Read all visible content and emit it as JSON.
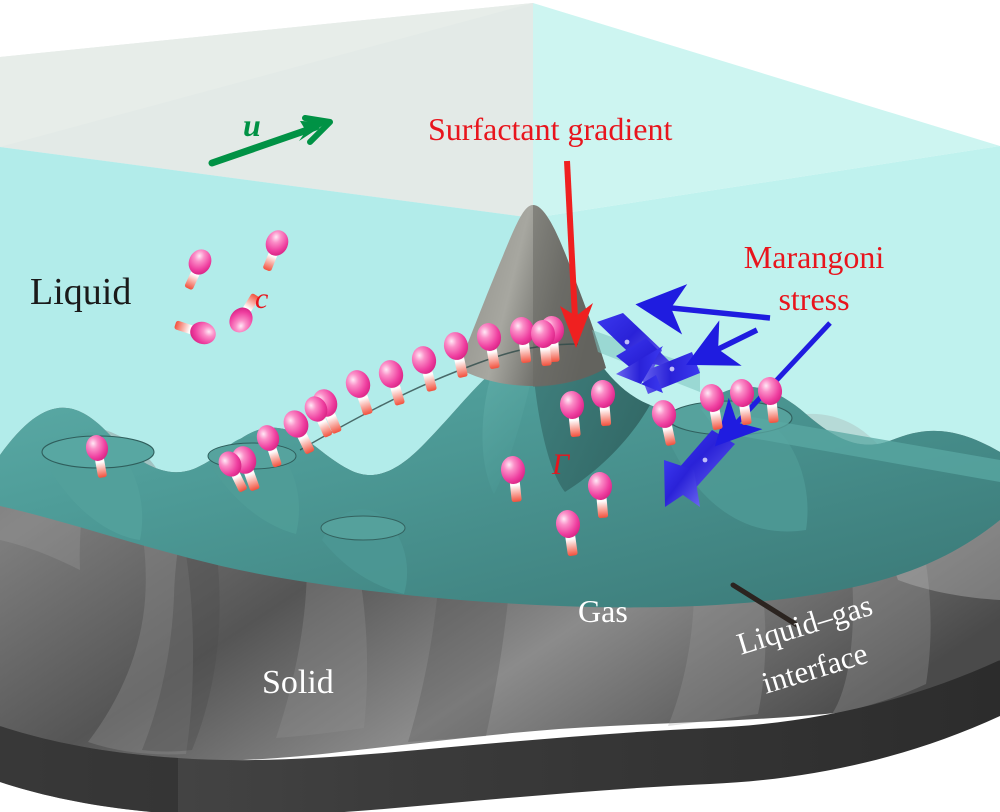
{
  "figure": {
    "title": "Surfactant-laden liquid film on a rough solid substrate",
    "background_color": "#ffffff"
  },
  "colors": {
    "liquid_body": "#b2ecea",
    "liquid_top_left_face": "#e3eae7",
    "liquid_top_right_face": "#cdf5f1",
    "liquid_surface_teal": "#4f9e9a",
    "liquid_surface_teal_dark": "#3f7e7c",
    "solid_gray": "#6b6b6b",
    "solid_dark": "#3a3a3a",
    "solid_base_edge": "#2e2e2e",
    "label_red": "#e8151d",
    "arrow_blue": "#1f1ce0",
    "arrow_green": "#009245",
    "arrow_red": "#ef2020",
    "surfactant_head": "#ef3fa0",
    "surfactant_tail": "#f2503c",
    "leader_line": "#2b2420"
  },
  "labels": {
    "liquid": "Liquid",
    "gas": "Gas",
    "solid": "Solid",
    "surfactant_gradient": "Surfactant gradient",
    "marangoni_line1": "Marangoni",
    "marangoni_line2": "stress",
    "interface_line1": "Liquid–gas",
    "interface_line2": "interface",
    "velocity_symbol": "u",
    "bulk_concentration_symbol": "c",
    "surface_concentration_symbol": "Γ"
  },
  "annotations": [
    {
      "name": "velocity-vector",
      "label": "u",
      "color": "#009245",
      "kind": "arrow",
      "description": "green bold italic u with green arrow on top liquid face"
    },
    {
      "name": "bulk-concentration",
      "label": "c",
      "color": "#e8151d",
      "kind": "symbol",
      "description": "red italic c among dispersed surfactant molecules in liquid bulk"
    },
    {
      "name": "surface-concentration",
      "label": "Γ",
      "color": "#e8151d",
      "kind": "symbol",
      "description": "red italic Gamma for interfacial surfactant concentration"
    },
    {
      "name": "surfactant-gradient",
      "label": "Surfactant gradient",
      "color": "#e8151d",
      "kind": "callout",
      "description": "red text with red arrow pointing down to interface"
    },
    {
      "name": "marangoni-stress",
      "label": "Marangoni stress",
      "color": "#e8151d",
      "kind": "callout",
      "description": "red two-line text with three thin blue leader arrows to thick blue stress arrows"
    },
    {
      "name": "liquid-gas-interface",
      "label": "Liquid–gas interface",
      "color": "#ffffff",
      "kind": "callout",
      "description": "white rotated text with dark leader line to teal interface"
    },
    {
      "name": "liquid-region",
      "label": "Liquid",
      "color": "#1a1a1a",
      "kind": "region",
      "description": "pale cyan transparent box"
    },
    {
      "name": "gas-region",
      "label": "Gas",
      "color": "#ffffff",
      "kind": "region",
      "description": "space above liquid, over dry solid peaks"
    },
    {
      "name": "solid-region",
      "label": "Solid",
      "color": "#ffffff",
      "kind": "region",
      "description": "rough gray substrate slab"
    }
  ],
  "marangoni_arrows": [
    {
      "name": "stress-arrow-left",
      "direction": "down-right",
      "color": "#1f1ce0"
    },
    {
      "name": "stress-arrow-right",
      "direction": "left",
      "color": "#1f1ce0"
    },
    {
      "name": "stress-arrow-lower",
      "direction": "down-left",
      "color": "#1f1ce0"
    }
  ],
  "leader_arrows": [
    {
      "name": "marangoni-leader-1",
      "target": "stress-arrow-left"
    },
    {
      "name": "marangoni-leader-2",
      "target": "stress-arrow-right"
    },
    {
      "name": "marangoni-leader-3",
      "target": "stress-arrow-lower"
    }
  ],
  "surfactant_molecules": {
    "interfacial_count": 24,
    "bulk_count": 4,
    "head_color": "#ef3fa0",
    "tail_color": "#f2503c",
    "description": "pink ellipsoidal head with salmon-red gradient tail; adsorbed along the liquid–gas interface and dispersed in the bulk"
  }
}
